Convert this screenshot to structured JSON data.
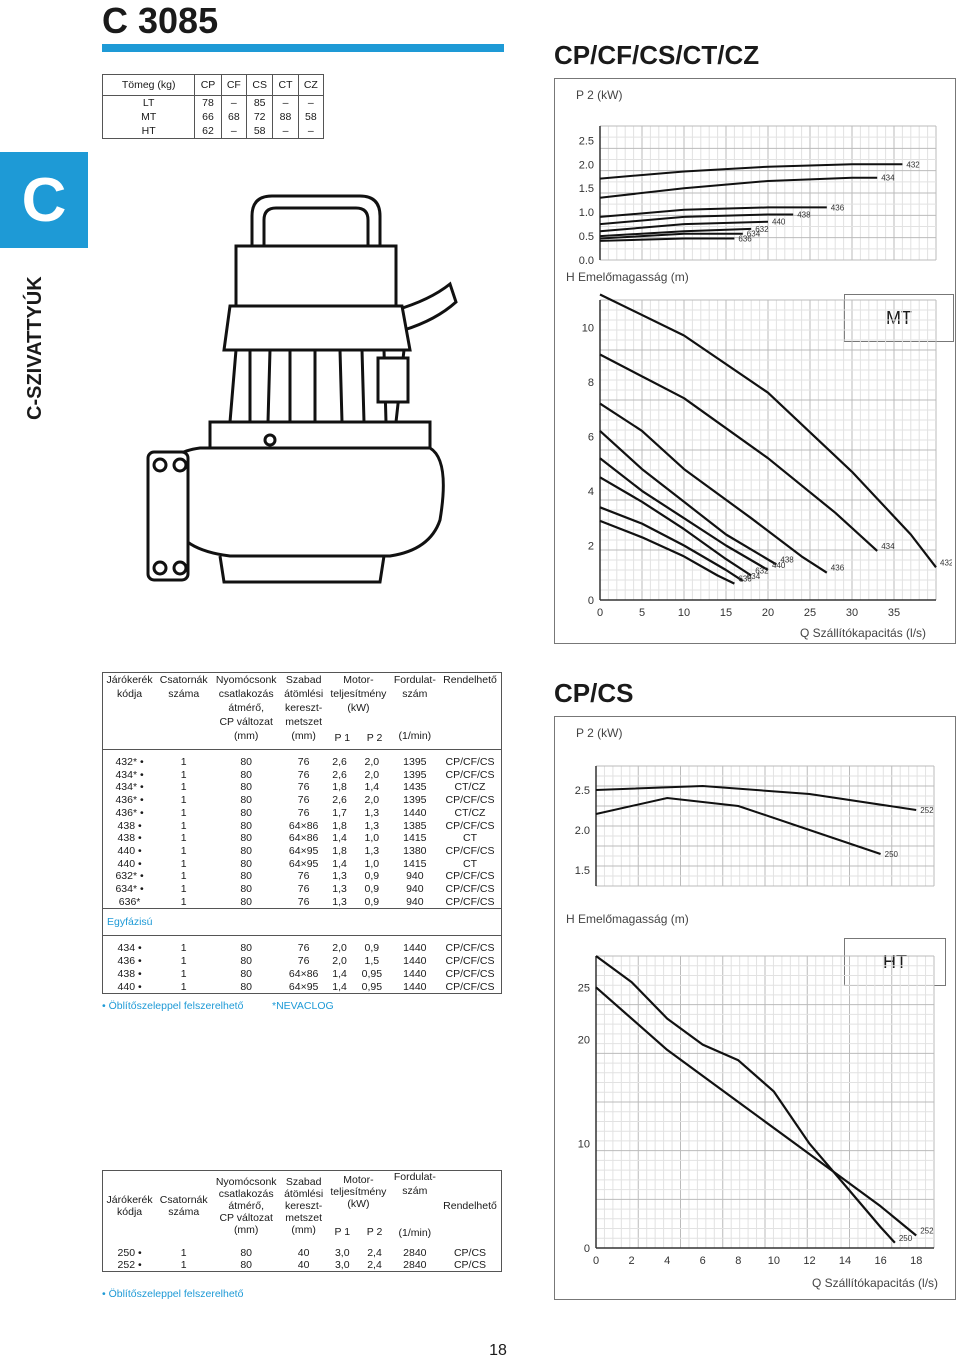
{
  "title": "C 3085",
  "sidebar": {
    "letter": "C",
    "label": "C-SZIVATTYÚK"
  },
  "weight_table": {
    "header": [
      "Tömeg (kg)",
      "CP",
      "CF",
      "CS",
      "CT",
      "CZ"
    ],
    "rows": [
      [
        "LT",
        "78",
        "–",
        "85",
        "–",
        "–"
      ],
      [
        "MT",
        "66",
        "68",
        "72",
        "88",
        "58"
      ],
      [
        "HT",
        "62",
        "–",
        "58",
        "–",
        "–"
      ]
    ]
  },
  "top_section": {
    "title": "CP/CF/CS/CT/CZ",
    "p2_label": "P 2 (kW)",
    "h_label": "H Emelőmagasság (m)",
    "q_label": "Q Szállítókapacitás (l/s)",
    "chart_tag": "MT"
  },
  "spec_table": {
    "headers": {
      "col1": [
        "Járókerék",
        "kódja"
      ],
      "col2": [
        "Csatornák",
        "száma"
      ],
      "col3": [
        "Nyomócsonk",
        "csatlakozás",
        "átmérő,",
        "CP változat",
        "(mm)"
      ],
      "col4": [
        "Szabad",
        "átömlési",
        "kereszt-",
        "metszet",
        "(mm)"
      ],
      "col5": [
        "Motor-",
        "teljesítmény",
        "(kW)"
      ],
      "p1": "P 1",
      "p2": "P 2",
      "col6": [
        "Fordulat-",
        "szám",
        "",
        "",
        "(1/min)"
      ],
      "col7": [
        "Rendelhető"
      ]
    },
    "rows": [
      [
        "432* •",
        "1",
        "80",
        "76",
        "2,6",
        "2,0",
        "1395",
        "CP/CF/CS"
      ],
      [
        "434* •",
        "1",
        "80",
        "76",
        "2,6",
        "2,0",
        "1395",
        "CP/CF/CS"
      ],
      [
        "434* •",
        "1",
        "80",
        "76",
        "1,8",
        "1,4",
        "1435",
        "CT/CZ"
      ],
      [
        "436* •",
        "1",
        "80",
        "76",
        "2,6",
        "2,0",
        "1395",
        "CP/CF/CS"
      ],
      [
        "436* •",
        "1",
        "80",
        "76",
        "1,7",
        "1,3",
        "1440",
        "CT/CZ"
      ],
      [
        "438 •",
        "1",
        "80",
        "64×86",
        "1,8",
        "1,3",
        "1385",
        "CP/CF/CS"
      ],
      [
        "438 •",
        "1",
        "80",
        "64×86",
        "1,4",
        "1,0",
        "1415",
        "CT"
      ],
      [
        "440 •",
        "1",
        "80",
        "64×95",
        "1,8",
        "1,3",
        "1380",
        "CP/CF/CS"
      ],
      [
        "440 •",
        "1",
        "80",
        "64×95",
        "1,4",
        "1,0",
        "1415",
        "CT"
      ],
      [
        "632* •",
        "1",
        "80",
        "76",
        "1,3",
        "0,9",
        "940",
        "CP/CF/CS"
      ],
      [
        "634* •",
        "1",
        "80",
        "76",
        "1,3",
        "0,9",
        "940",
        "CP/CF/CS"
      ],
      [
        "636*",
        "1",
        "80",
        "76",
        "1,3",
        "0,9",
        "940",
        "CP/CF/CS"
      ]
    ],
    "subheader": "Egyfázisú",
    "rows_single": [
      [
        "434 •",
        "1",
        "80",
        "76",
        "2,0",
        "0,9",
        "1440",
        "CP/CF/CS"
      ],
      [
        "436 •",
        "1",
        "80",
        "76",
        "2,0",
        "1,5",
        "1440",
        "CP/CF/CS"
      ],
      [
        "438 •",
        "1",
        "80",
        "64×86",
        "1,4",
        "0,95",
        "1440",
        "CP/CF/CS"
      ],
      [
        "440 •",
        "1",
        "80",
        "64×95",
        "1,4",
        "0,95",
        "1440",
        "CP/CF/CS"
      ]
    ],
    "note": "• Öblítőszeleppel felszerelhető",
    "note2": "*NEVACLOG"
  },
  "bottom_section": {
    "title": "CP/CS",
    "p2_label": "P 2 (kW)",
    "h_label": "H Emelőmagasság (m)",
    "q_label": "Q Szállítókapacitás (l/s)",
    "chart_tag": "HT"
  },
  "spec_table2": {
    "rows": [
      [
        "250 •",
        "1",
        "80",
        "40",
        "3,0",
        "2,4",
        "2840",
        "CP/CS"
      ],
      [
        "252 •",
        "1",
        "80",
        "40",
        "3,0",
        "2,4",
        "2840",
        "CP/CS"
      ]
    ],
    "note": "• Öblítőszeleppel felszerelhető"
  },
  "page_number": "18",
  "chart_data": [
    {
      "type": "line",
      "title": "MT",
      "xlabel": "Q Szállítókapacitás (l/s)",
      "ylabel": "H Emelőmagasság (m)",
      "x_ticks": [
        "0",
        "5",
        "10",
        "15",
        "20",
        "25",
        "30",
        "35"
      ],
      "y_ticks": [
        "0",
        "2",
        "4",
        "6",
        "8",
        "10"
      ],
      "p2_ticks": [
        "0.0",
        "0.5",
        "1.0",
        "1.5",
        "2.0",
        "2.5"
      ],
      "xlim": [
        0,
        40
      ],
      "ylim": [
        0,
        11
      ],
      "p2lim": [
        0,
        2.8
      ],
      "series": [
        {
          "name": "432",
          "points": [
            [
              0,
              11.2
            ],
            [
              10,
              9.7
            ],
            [
              20,
              7.6
            ],
            [
              30,
              4.7
            ],
            [
              37,
              2.4
            ],
            [
              40,
              1.2
            ]
          ],
          "p2": [
            [
              0,
              1.7
            ],
            [
              10,
              1.85
            ],
            [
              20,
              1.95
            ],
            [
              30,
              2.0
            ],
            [
              36,
              2.0
            ]
          ]
        },
        {
          "name": "434",
          "points": [
            [
              0,
              9.0
            ],
            [
              10,
              7.4
            ],
            [
              20,
              5.2
            ],
            [
              28,
              3.2
            ],
            [
              33,
              1.8
            ]
          ],
          "p2": [
            [
              0,
              1.3
            ],
            [
              10,
              1.5
            ],
            [
              20,
              1.65
            ],
            [
              30,
              1.72
            ],
            [
              33,
              1.72
            ]
          ]
        },
        {
          "name": "436",
          "points": [
            [
              0,
              7.2
            ],
            [
              5,
              6.2
            ],
            [
              10,
              4.8
            ],
            [
              18,
              3.0
            ],
            [
              24,
              1.6
            ],
            [
              27,
              1.0
            ]
          ],
          "p2": [
            [
              0,
              0.9
            ],
            [
              10,
              1.05
            ],
            [
              20,
              1.1
            ],
            [
              27,
              1.1
            ]
          ]
        },
        {
          "name": "438",
          "points": [
            [
              0,
              6.2
            ],
            [
              5,
              4.8
            ],
            [
              10,
              3.6
            ],
            [
              15,
              2.4
            ],
            [
              21,
              1.3
            ]
          ],
          "p2": [
            [
              0,
              0.75
            ],
            [
              10,
              0.9
            ],
            [
              20,
              0.95
            ],
            [
              23,
              0.95
            ]
          ]
        },
        {
          "name": "440",
          "points": [
            [
              0,
              5.2
            ],
            [
              5,
              4.0
            ],
            [
              10,
              3.0
            ],
            [
              15,
              2.0
            ],
            [
              20,
              1.1
            ]
          ],
          "p2": [
            [
              0,
              0.6
            ],
            [
              10,
              0.75
            ],
            [
              20,
              0.8
            ]
          ]
        },
        {
          "name": "632",
          "points": [
            [
              0,
              4.5
            ],
            [
              5,
              3.6
            ],
            [
              10,
              2.6
            ],
            [
              15,
              1.5
            ],
            [
              18,
              0.9
            ]
          ],
          "p2": [
            [
              0,
              0.5
            ],
            [
              10,
              0.6
            ],
            [
              18,
              0.65
            ]
          ]
        },
        {
          "name": "634",
          "points": [
            [
              0,
              3.4
            ],
            [
              5,
              2.8
            ],
            [
              10,
              2.0
            ],
            [
              15,
              1.1
            ],
            [
              17,
              0.7
            ]
          ],
          "p2": [
            [
              0,
              0.45
            ],
            [
              10,
              0.55
            ],
            [
              17,
              0.55
            ]
          ]
        },
        {
          "name": "636",
          "points": [
            [
              0,
              2.9
            ],
            [
              5,
              2.3
            ],
            [
              10,
              1.6
            ],
            [
              14,
              0.9
            ],
            [
              16,
              0.6
            ]
          ],
          "p2": [
            [
              0,
              0.4
            ],
            [
              10,
              0.45
            ],
            [
              16,
              0.45
            ]
          ]
        }
      ]
    },
    {
      "type": "line",
      "title": "HT",
      "xlabel": "Q Szállítókapacitás (l/s)",
      "ylabel": "H Emelőmagasság (m)",
      "x_ticks": [
        "0",
        "2",
        "4",
        "6",
        "8",
        "10",
        "12",
        "14",
        "16",
        "18"
      ],
      "y_ticks": [
        "0",
        "10",
        "20",
        "25"
      ],
      "p2_ticks": [
        "1.5",
        "2.0",
        "2.5"
      ],
      "xlim": [
        0,
        19
      ],
      "ylim": [
        0,
        28
      ],
      "p2lim": [
        1.3,
        2.8
      ],
      "series": [
        {
          "name": "250",
          "points": [
            [
              0,
              28
            ],
            [
              2,
              25.5
            ],
            [
              4,
              22
            ],
            [
              6,
              19.5
            ],
            [
              8,
              18
            ],
            [
              10,
              15
            ],
            [
              12,
              10
            ],
            [
              14,
              6
            ],
            [
              16,
              2
            ],
            [
              16.8,
              0.5
            ]
          ],
          "p2": [
            [
              0,
              2.2
            ],
            [
              4,
              2.4
            ],
            [
              8,
              2.3
            ],
            [
              12,
              2.0
            ],
            [
              16,
              1.7
            ]
          ]
        },
        {
          "name": "252",
          "points": [
            [
              0,
              25
            ],
            [
              4,
              19
            ],
            [
              8,
              14
            ],
            [
              12,
              9
            ],
            [
              16,
              4
            ],
            [
              18,
              1.2
            ]
          ],
          "p2": [
            [
              0,
              2.5
            ],
            [
              6,
              2.55
            ],
            [
              12,
              2.45
            ],
            [
              18,
              2.25
            ]
          ]
        }
      ]
    }
  ]
}
